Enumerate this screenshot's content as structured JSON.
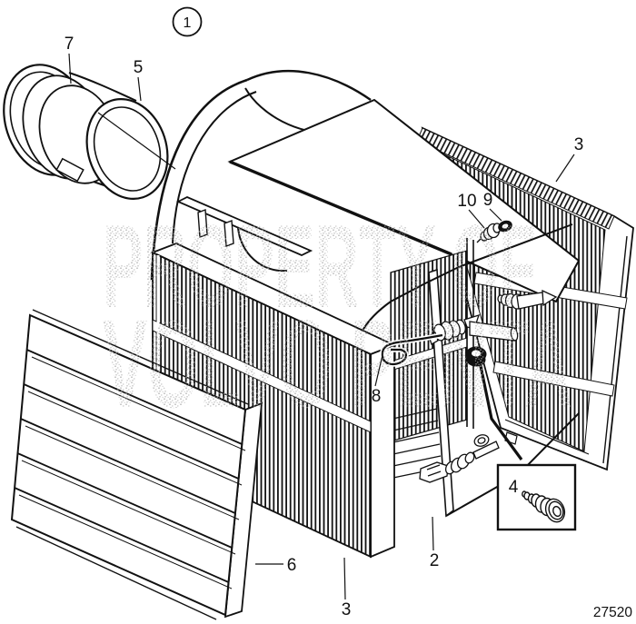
{
  "figure": {
    "reference_circle": "1",
    "drawing_number": "27520",
    "watermark_line1": "PROPERTY OF",
    "watermark_line2": "VOLVO PENTA"
  },
  "callouts": {
    "c7": "7",
    "c5": "5",
    "c3_top": "3",
    "c10": "10",
    "c9": "9",
    "c8": "8",
    "c6": "6",
    "c3_bottom": "3",
    "c2": "2",
    "c4": "4"
  },
  "colors": {
    "line": "#111111",
    "background": "#ffffff",
    "watermark": "#b0b0b0"
  }
}
